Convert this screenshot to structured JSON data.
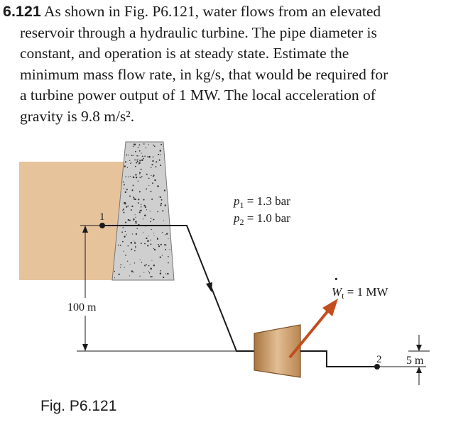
{
  "problem": {
    "number": "6.121",
    "lines": [
      "As shown in Fig. P6.121, water flows from an elevated",
      "reservoir through a hydraulic turbine. The pipe diameter is",
      "constant, and operation is at steady state. Estimate the",
      "minimum mass flow rate, in kg/s, that would be required for",
      "a turbine power output of 1 MW. The local acceleration of",
      "gravity is 9.8 m/s²."
    ]
  },
  "figure": {
    "p1_label": "p",
    "p1_sub": "1",
    "p1_value": " = 1.3 bar",
    "p2_label": "p",
    "p2_sub": "2",
    "p2_value": " = 1.0 bar",
    "power_symbol": "W",
    "power_dot": "·",
    "power_sub": "t",
    "power_value": " = 1 MW",
    "point1": "1",
    "point2": "2",
    "height_label": "100 m",
    "outlet_height": "5 m",
    "caption": "Fig. P6.121"
  },
  "colors": {
    "reservoir": "#e7c39c",
    "dam": "#cfcfcf",
    "turbine_light": "#dfba90",
    "turbine_dark": "#a8753f",
    "arrow": "#c24d1e",
    "line": "#1a1a1a"
  }
}
